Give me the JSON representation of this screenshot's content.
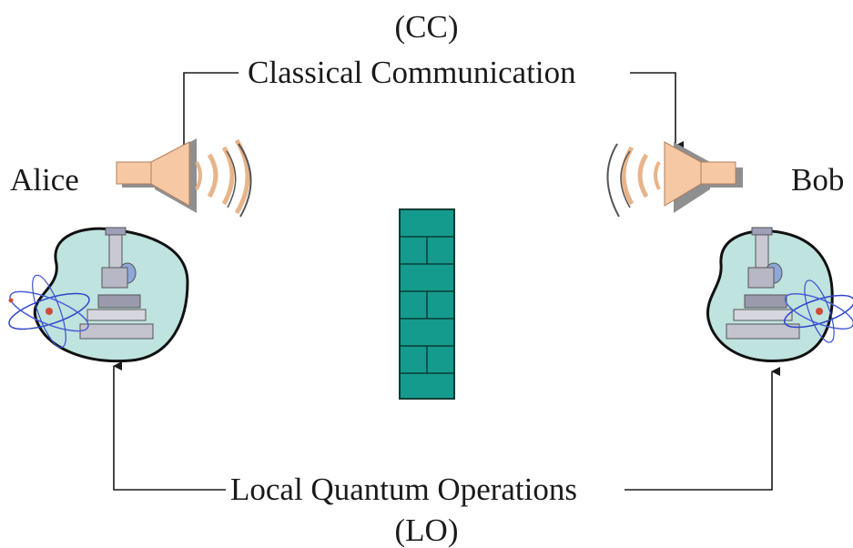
{
  "top": {
    "abbr": "(CC)",
    "label": "Classical Communication"
  },
  "parties": {
    "left": "Alice",
    "right": "Bob"
  },
  "bottom": {
    "label": "Local Quantum Operations",
    "abbr": "(LO)"
  },
  "colors": {
    "speaker": "#f6c8a3",
    "lab_blob": "#bfe3de",
    "wall": "#159b8d",
    "line": "#1a1a1a"
  },
  "icons": {
    "speaker": "loudspeaker-icon",
    "lab": "microscope-lab-icon",
    "wall": "brick-wall-icon"
  }
}
